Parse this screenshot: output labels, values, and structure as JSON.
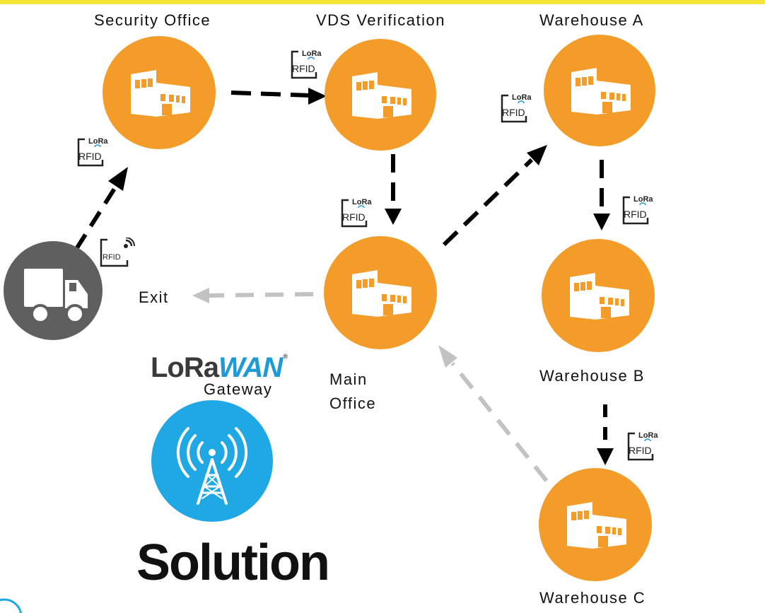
{
  "nodes": [
    {
      "id": "security-office",
      "label": "Security Office"
    },
    {
      "id": "vds-verification",
      "label": "VDS Verification"
    },
    {
      "id": "warehouse-a",
      "label": "Warehouse A"
    },
    {
      "id": "main-office",
      "label": "Main\nOffice",
      "label_line1": "Main",
      "label_line2": "Office"
    },
    {
      "id": "warehouse-b",
      "label": "Warehouse B"
    },
    {
      "id": "warehouse-c",
      "label": "Warehouse C"
    }
  ],
  "exit_label": "Exit",
  "tag": {
    "lora": "LoRa",
    "rfid": "RFID"
  },
  "truck_tag": {
    "rfid": "RFID"
  },
  "gateway": {
    "logo_lora": "LoRa",
    "logo_wan": "WAN",
    "logo_mark": "®",
    "label": "Gateway"
  },
  "title": "Solution",
  "colors": {
    "building_circle": "#f39c29",
    "truck_circle": "#5f5f5f",
    "gateway_circle": "#1fa8e4",
    "active_arrow": "#000000",
    "inactive_arrow": "#c2c2c2",
    "top_bar": "#f5e43a",
    "lora_wan_blue": "#1e9ad6"
  },
  "icons": {
    "building": "warehouse-building-icon",
    "truck": "truck-icon",
    "gateway": "radio-tower-icon",
    "tag": "lora-rfid-tag-icon"
  }
}
